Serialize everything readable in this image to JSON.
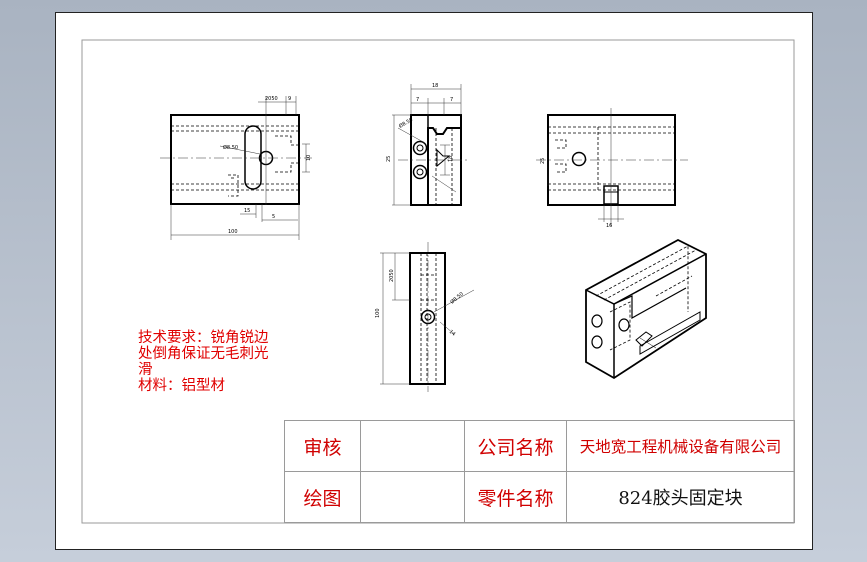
{
  "tech_requirements": {
    "lines": [
      "技术要求：锐角锐边",
      "处倒角保证无毛刺光",
      "滑",
      "材料：铝型材"
    ]
  },
  "title_block": {
    "review_label": "审核",
    "review_value": "",
    "drawn_label": "绘图",
    "drawn_value": "",
    "company_label": "公司名称",
    "company_value": "天地宽工程机械设备有限公司",
    "part_label": "零件名称",
    "part_value": "824胶头固定块"
  },
  "dimensions": {
    "front_top_a": "2050",
    "front_top_b": "9",
    "front_hole": "Ø8.50",
    "front_right": "10",
    "front_bottom_a": "15",
    "front_bottom_b": "5",
    "front_overall_width": "100",
    "side_top_overall": "18",
    "side_top_a": "7",
    "side_top_b": "7",
    "side_left": "25",
    "side_right": "18",
    "side_hole": "Ø8.50",
    "bottom_left_a": "2050",
    "bottom_overall": "100",
    "bottom_hole": "Ø8.50",
    "bottom_small": "14",
    "right_left": "25",
    "right_bottom": "16"
  },
  "colors": {
    "background": "#b5bfcc",
    "sheet": "#ffffff",
    "red_text": "#e00000",
    "line": "#000000"
  }
}
